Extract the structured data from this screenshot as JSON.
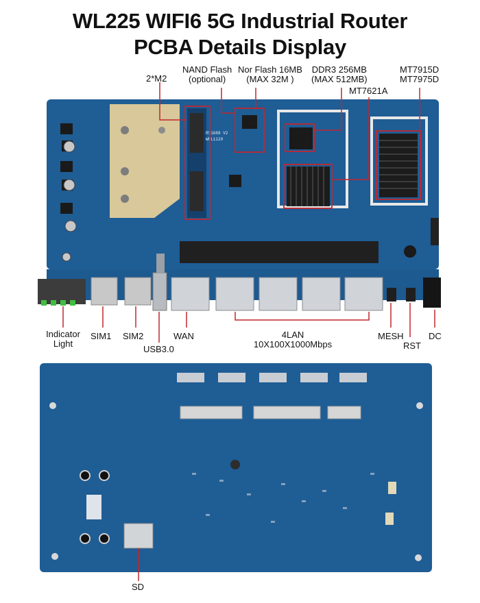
{
  "title": {
    "line1": "WL225 WIFI6 5G Industrial Router",
    "line2": "PCBA Details Display"
  },
  "top_labels": {
    "m2": "2*M2",
    "nand_line1": "NAND  Flash",
    "nand_line2": "(optional)",
    "nor_line1": "Nor  Flash  16MB",
    "nor_line2": "(MAX  32M )",
    "ddr_line1": "DDR3  256MB",
    "ddr_line2": "(MAX  512MB)",
    "soc": "MT7621A",
    "wifi_line1": "MT7915D",
    "wifi_line2": "MT7975D"
  },
  "bottom_labels": {
    "indicator_line1": "Indicator",
    "indicator_line2": "Light",
    "sim1": "SIM1",
    "sim2": "SIM2",
    "usb": "USB3.0",
    "wan": "WAN",
    "lan_line1": "4LAN",
    "lan_line2": "10X100X1000Mbps",
    "mesh": "MESH",
    "rst": "RST",
    "dc": "DC",
    "sd": "SD"
  },
  "board_texts": {
    "chip_text1": "RS1688 V2",
    "chip_text2": "WRL1120"
  },
  "colors": {
    "pcb": "#1f5d95",
    "pcb_dark": "#174a7a",
    "highlight": "#c0272d",
    "gold": "#d9c89a",
    "silver": "#d0d4d8",
    "black": "#111111"
  }
}
